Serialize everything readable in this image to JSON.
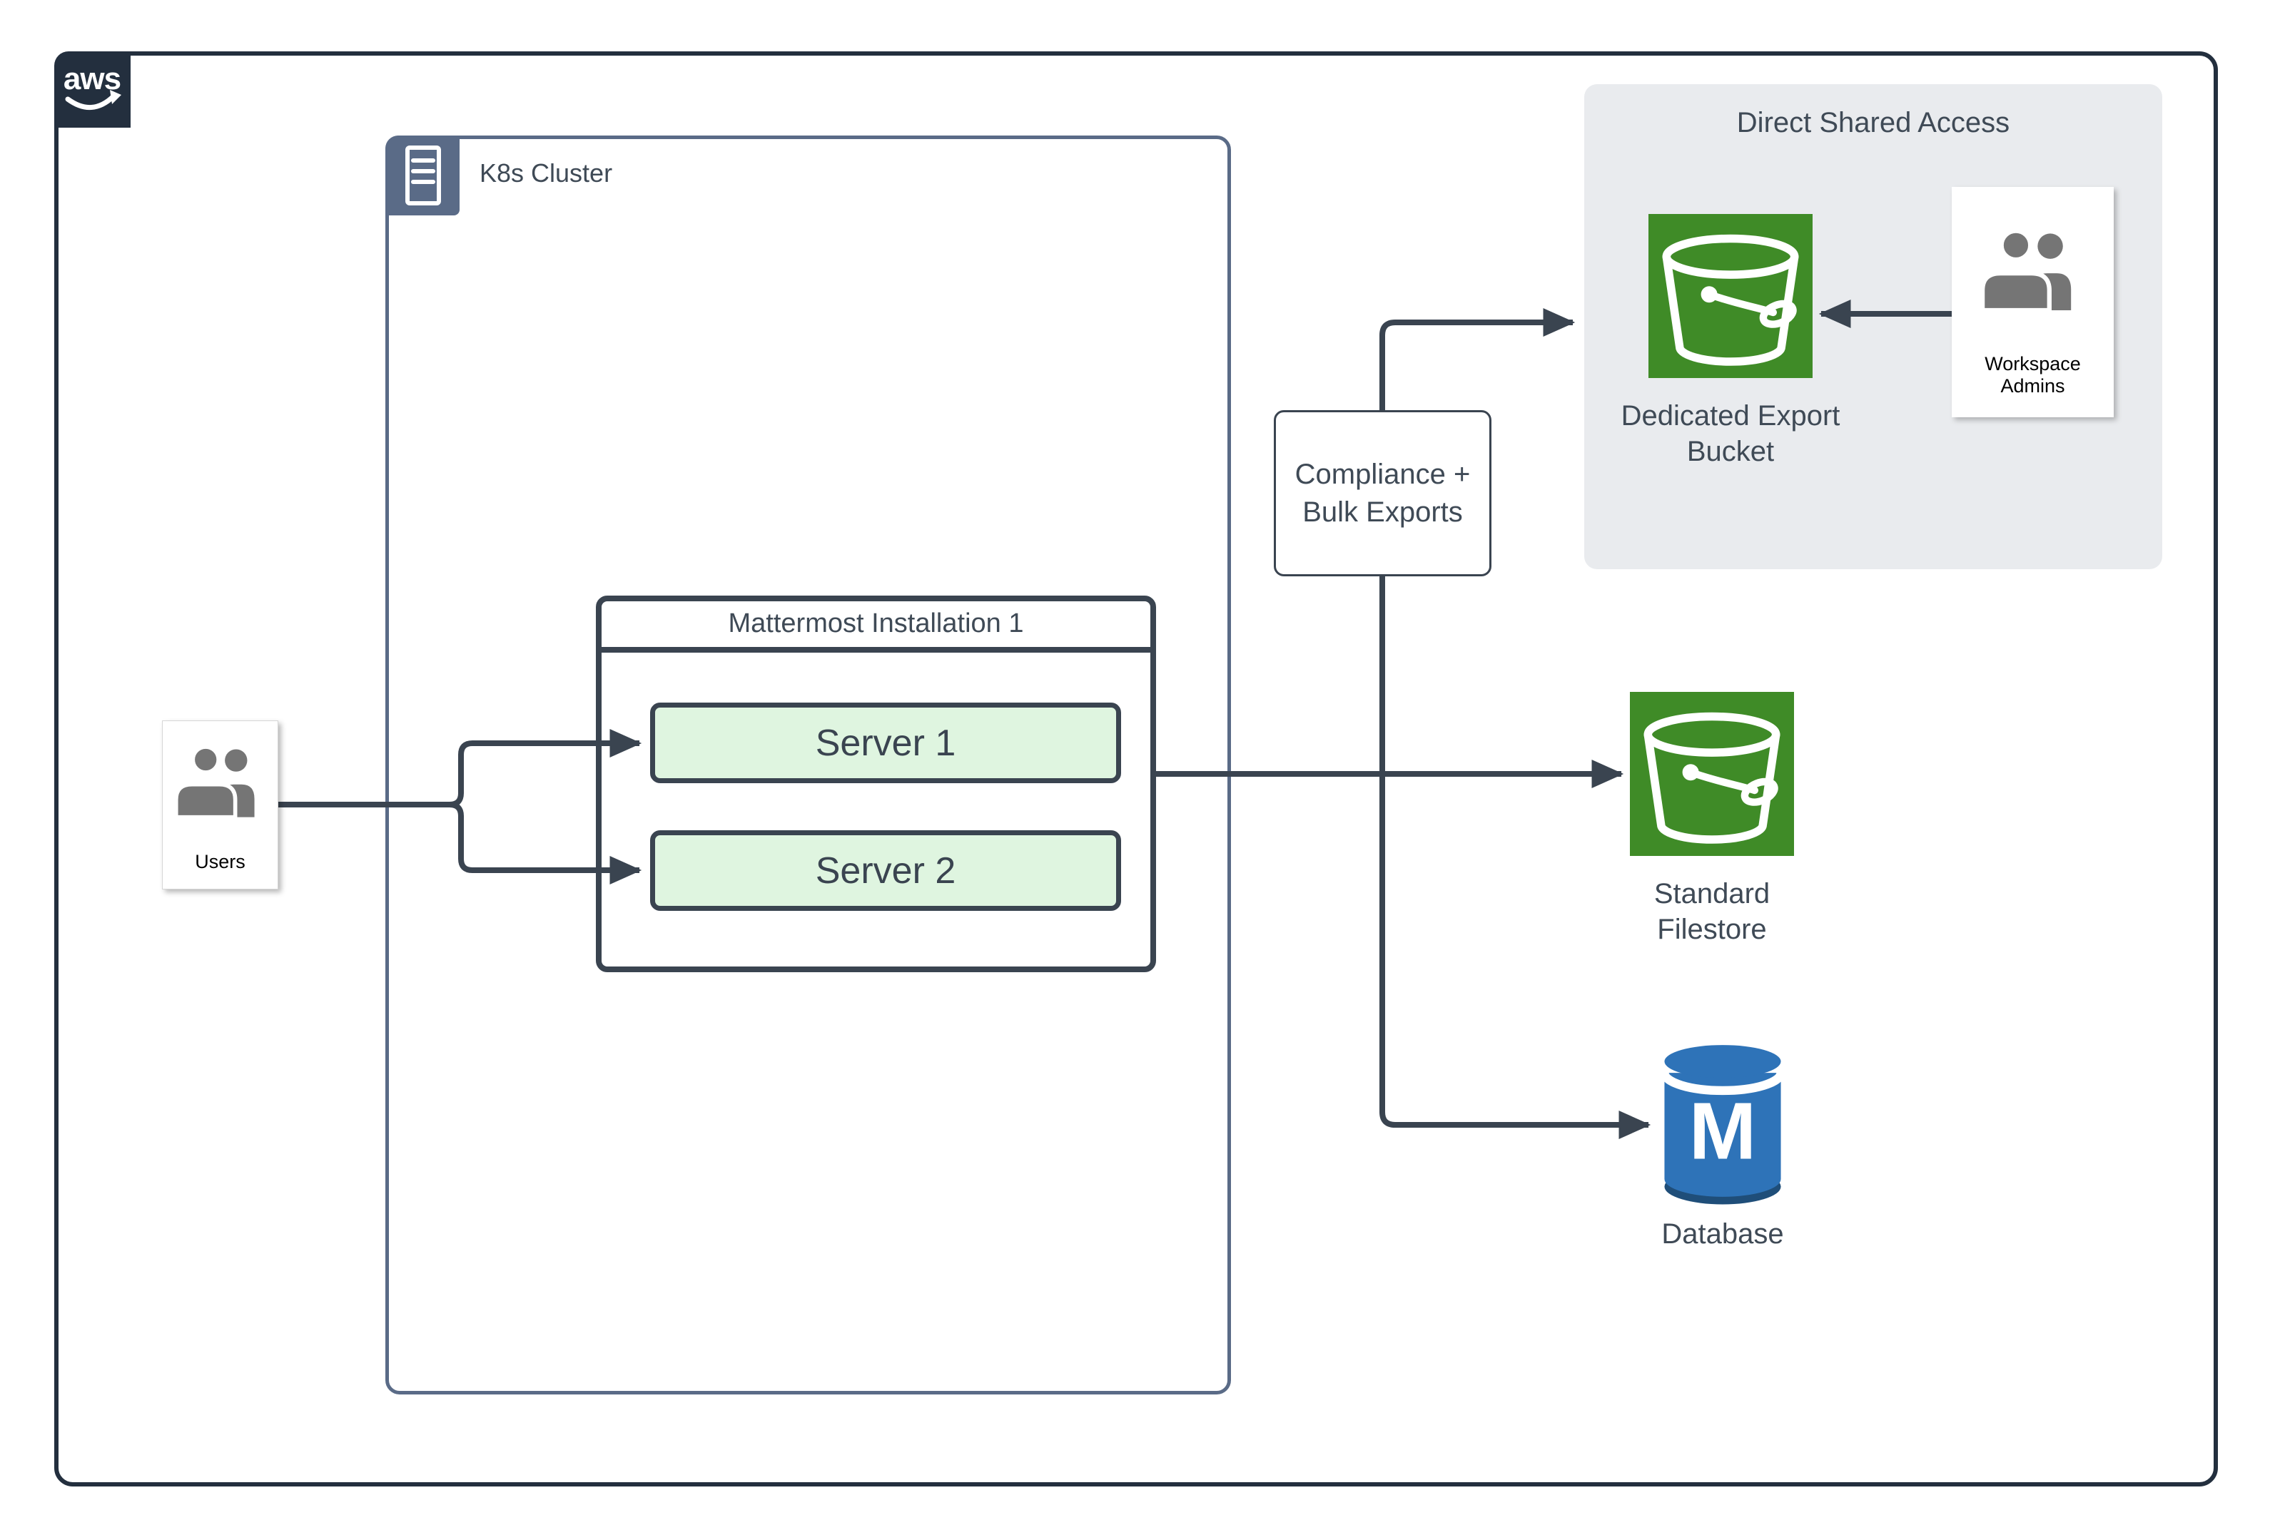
{
  "colors": {
    "canvas_bg": "#FFFFFF",
    "aws_navy": "#232F3E",
    "k8s_slate": "#5A6B87",
    "line_dark": "#3A4450",
    "label_slate": "#3F4A56",
    "server_fill": "#DFF5E0",
    "s3_green": "#3F8B27",
    "db_blue": "#2E73B8",
    "db_dark": "#1F4E79",
    "panel_gray": "#E9EBEE",
    "icon_gray": "#757575",
    "text_black": "#000000"
  },
  "aws": {
    "logo_text": "aws"
  },
  "k8s_cluster": {
    "label": "K8s Cluster"
  },
  "mattermost": {
    "title": "Mattermost Installation 1",
    "servers": [
      {
        "label": "Server 1"
      },
      {
        "label": "Server 2"
      }
    ]
  },
  "users": {
    "label": "Users"
  },
  "compliance": {
    "line1": "Compliance +",
    "line2": "Bulk Exports"
  },
  "direct_shared_access": {
    "title": "Direct Shared Access",
    "bucket": {
      "line1": "Dedicated Export",
      "line2": "Bucket"
    },
    "admins": {
      "label": "Workspace Admins"
    }
  },
  "filestore": {
    "line1": "Standard",
    "line2": "Filestore"
  },
  "database": {
    "label": "Database",
    "letter": "M"
  },
  "icons": {
    "aws_logo": "aws-smile-logo",
    "k8s_badge": "server-rack-icon",
    "users": "people-icon",
    "admins": "people-icon",
    "buckets": "s3-bucket-icon",
    "database": "database-cylinder-icon"
  }
}
